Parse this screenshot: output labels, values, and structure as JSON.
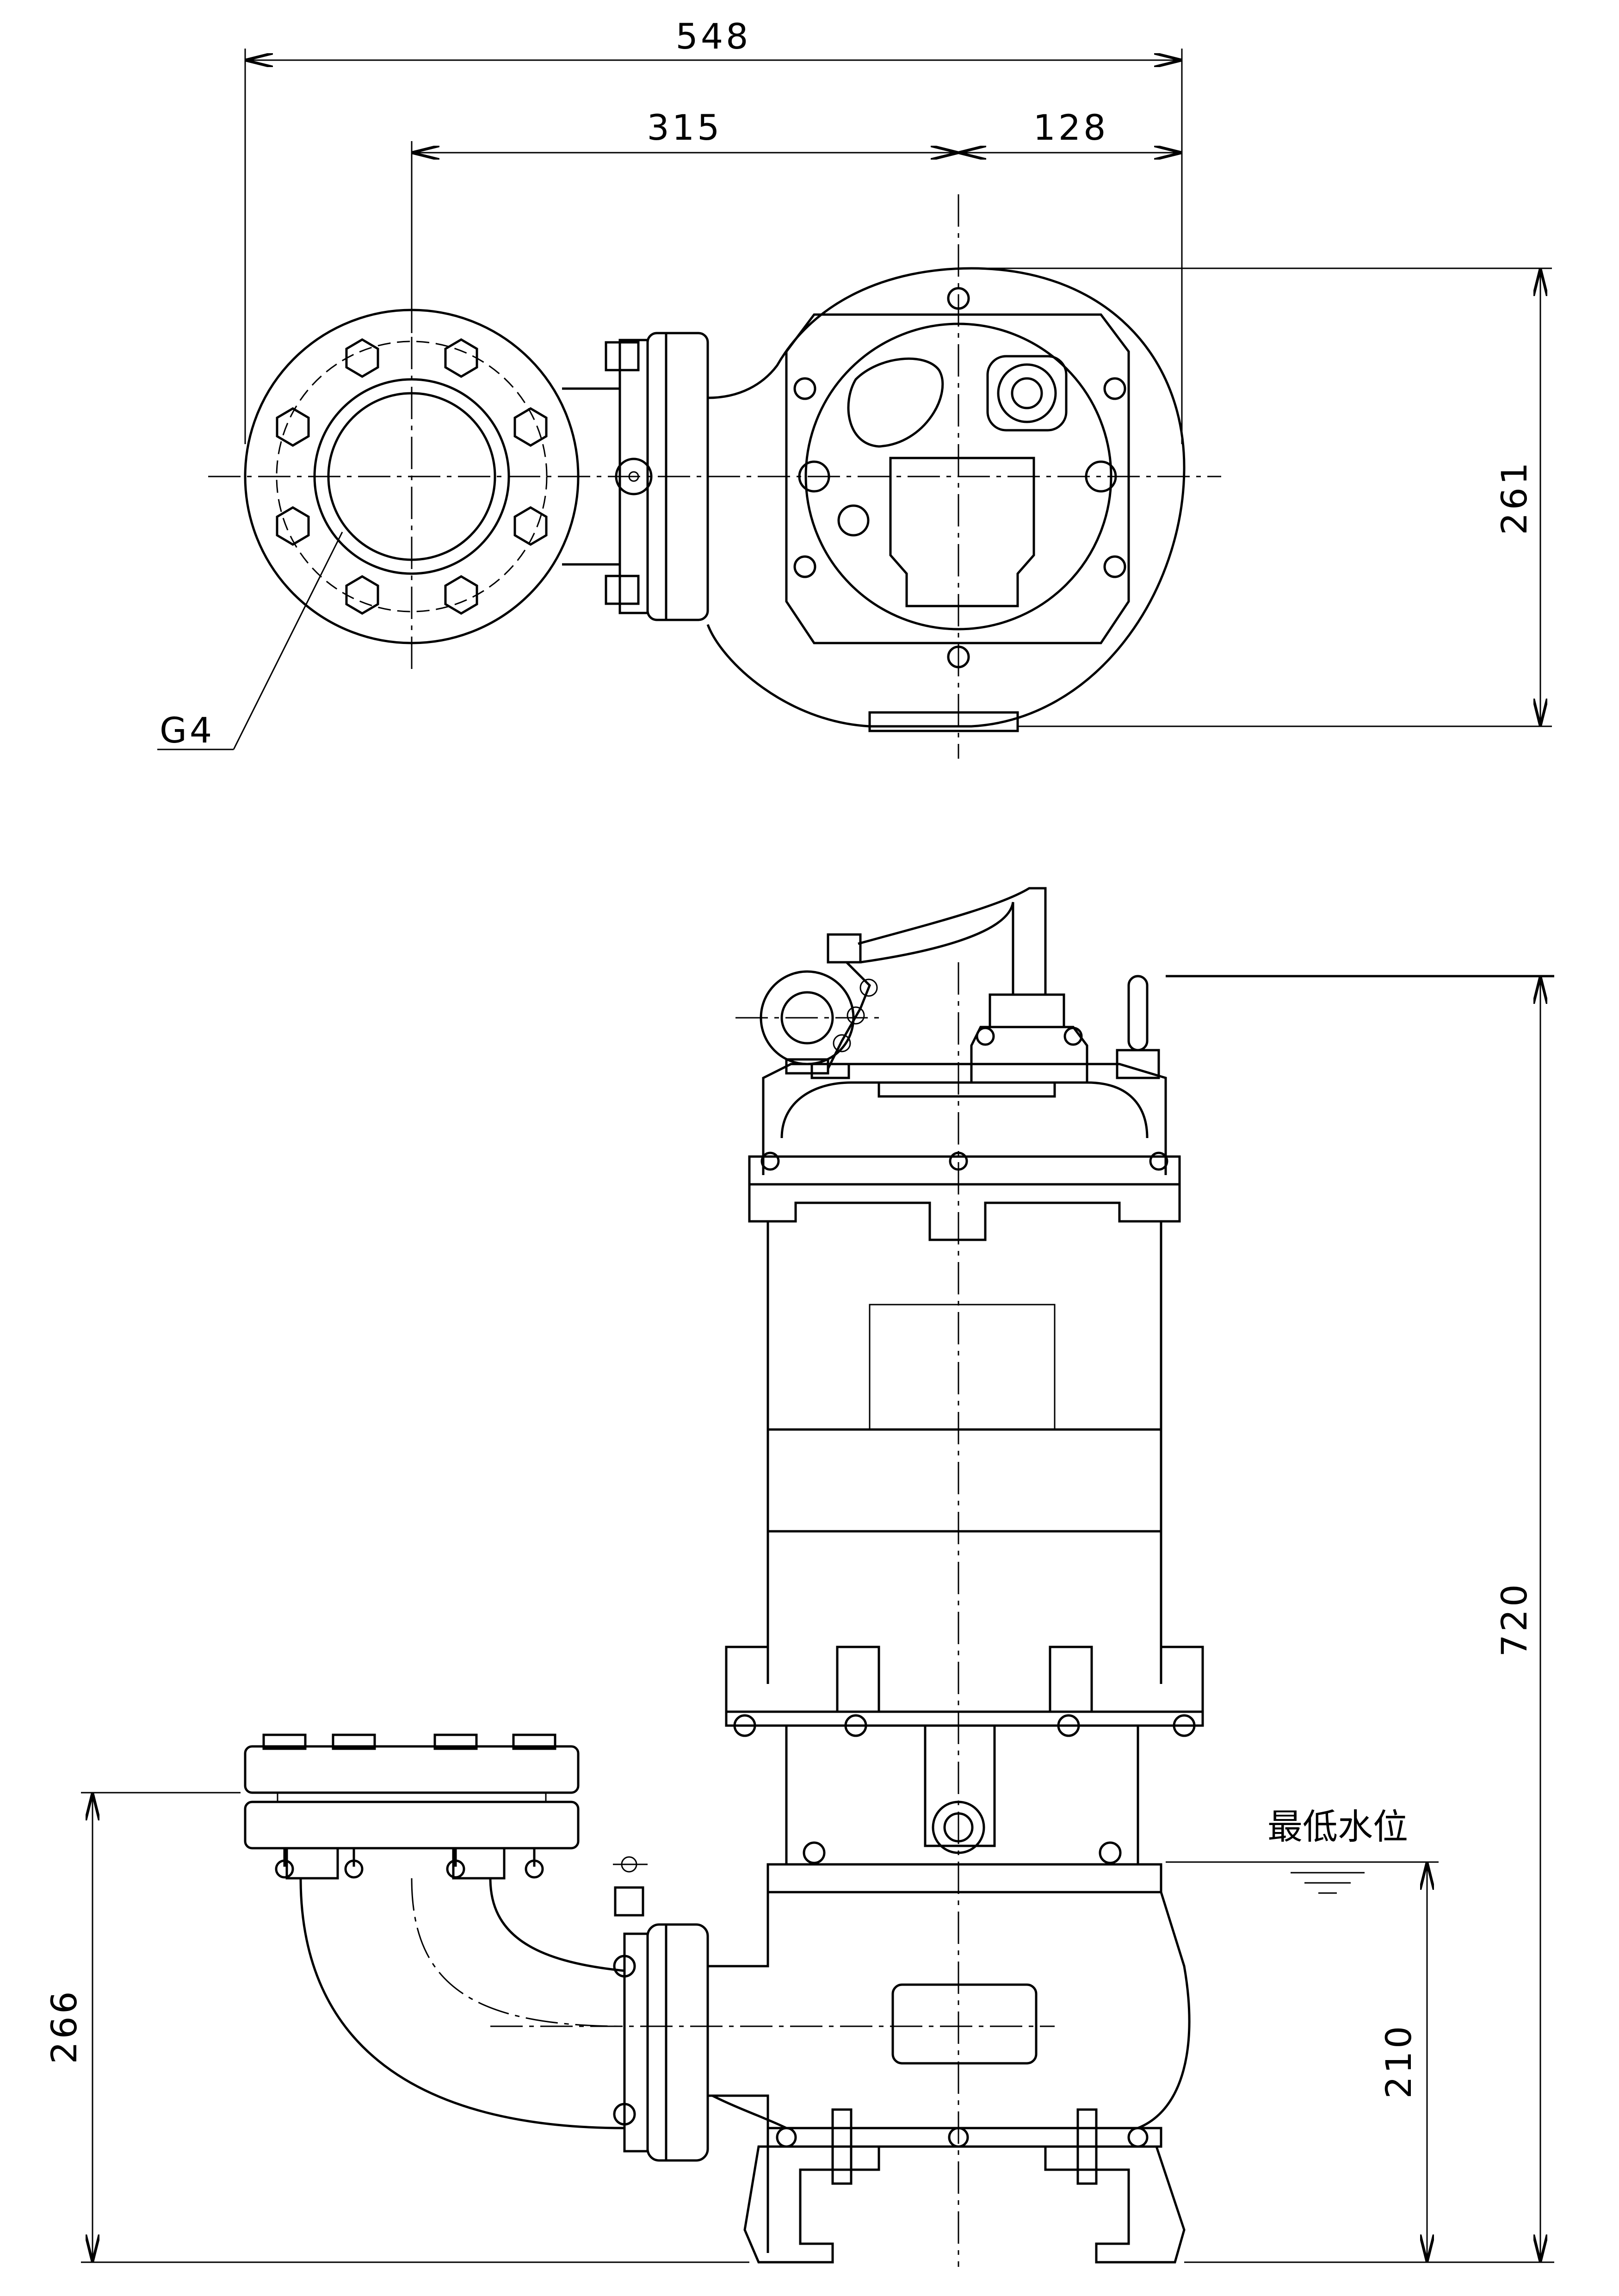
{
  "dimensions": {
    "overall_width": "548",
    "flange_to_center": "315",
    "center_to_edge": "128",
    "plan_depth": "261",
    "overall_height": "720",
    "discharge_height": "266",
    "min_level_height": "210"
  },
  "labels": {
    "flange_size": "G4",
    "min_water_level": "最低水位"
  }
}
